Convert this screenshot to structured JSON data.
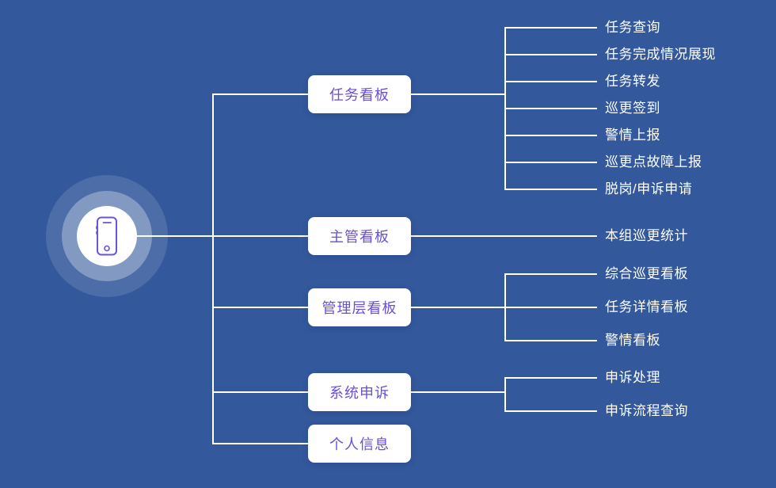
{
  "palette": {
    "background": "#33589C",
    "line": "#FFFFFF",
    "node_background": "#FFFFFF",
    "node_text": "#6B4ED9",
    "icon_accent": "#6C52E0",
    "ring_mid": "rgba(255,255,255,0.30)",
    "ring_outer": "rgba(255,255,255,0.13)"
  },
  "root": {
    "icon": "smartphone-icon"
  },
  "branches": [
    {
      "label": "任务看板",
      "children": [
        "任务查询",
        "任务完成情况展现",
        "任务转发",
        "巡更签到",
        "警情上报",
        "巡更点故障上报",
        "脱岗/申诉申请"
      ]
    },
    {
      "label": "主管看板",
      "children": [
        "本组巡更统计"
      ]
    },
    {
      "label": "管理层看板",
      "children": [
        "综合巡更看板",
        "任务详情看板",
        "警情看板"
      ]
    },
    {
      "label": "系统申诉",
      "children": [
        "申诉处理",
        "申诉流程查询"
      ]
    },
    {
      "label": "个人信息",
      "children": []
    }
  ]
}
